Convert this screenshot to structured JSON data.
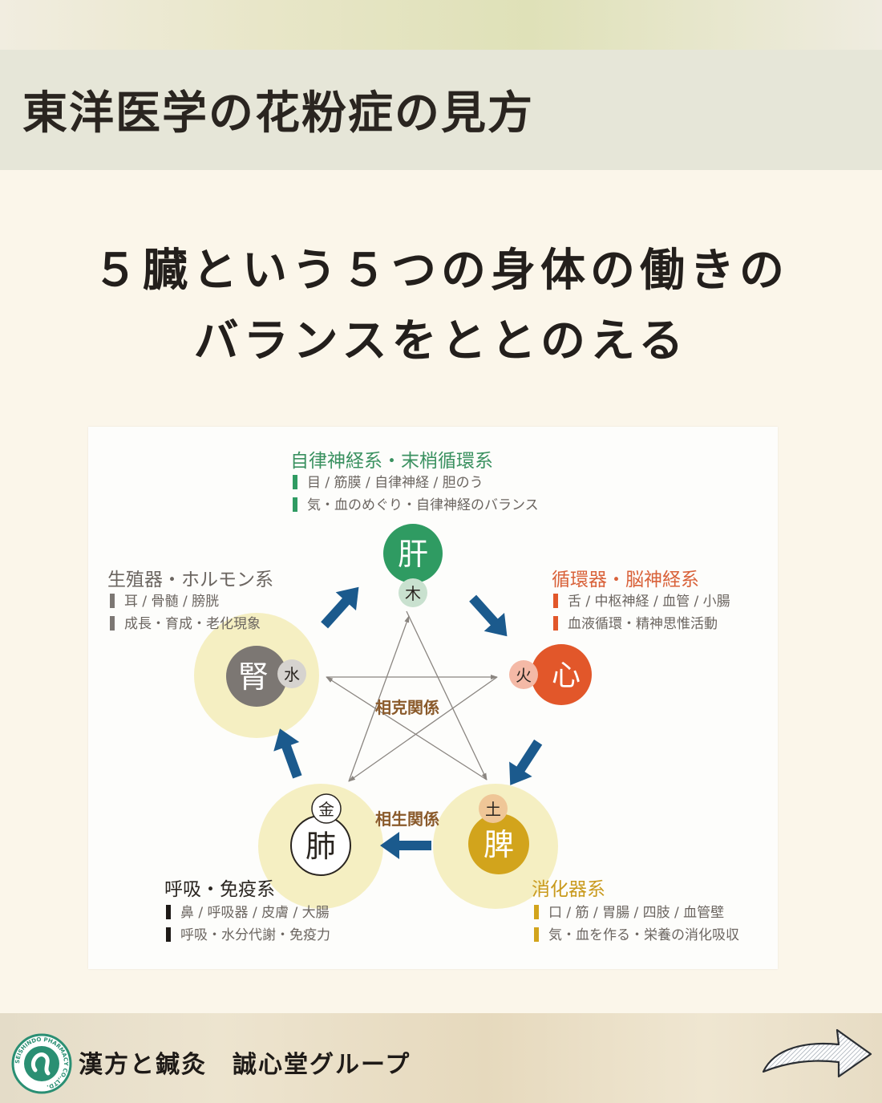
{
  "header": {
    "title": "東洋医学の花粉症の見方"
  },
  "headline": {
    "line1": "５臓という５つの身体の働きの",
    "line2": "バランスをととのえる"
  },
  "diagram": {
    "star_label": "相克関係",
    "cycle_label": "相生関係",
    "organs": [
      {
        "id": "liver",
        "organ": "肝",
        "element": "木",
        "system": "自律神経系・末梢循環系",
        "details": [
          "目 / 筋膜 / 自律神経 / 胆のう",
          "気・血のめぐり・自律神経のバランス"
        ],
        "color": "#2f9b62",
        "element_color": "#c9e1cf",
        "text_color": "#3a9160"
      },
      {
        "id": "heart",
        "organ": "心",
        "element": "火",
        "system": "循環器・脳神経系",
        "details": [
          "舌 / 中枢神経 / 血管 / 小腸",
          "血液循環・精神思惟活動"
        ],
        "color": "#e2572a",
        "element_color": "#f4b9a6",
        "text_color": "#d9623a"
      },
      {
        "id": "spleen",
        "organ": "脾",
        "element": "土",
        "system": "消化器系",
        "details": [
          "口 / 筋 / 胃腸 / 四肢 / 血管壁",
          "気・血を作る・栄養の消化吸収"
        ],
        "color": "#d2a41c",
        "element_color": "#efc697",
        "text_color": "#c99a1d"
      },
      {
        "id": "lung",
        "organ": "肺",
        "element": "金",
        "system": "呼吸・免疫系",
        "details": [
          "鼻 / 呼吸器 / 皮膚 / 大腸",
          "呼吸・水分代謝・免疫力"
        ],
        "color": "#ffffff",
        "element_color": "#ffffff",
        "text_color": "#2a2520"
      },
      {
        "id": "kidney",
        "organ": "腎",
        "element": "水",
        "system": "生殖器・ホルモン系",
        "details": [
          "耳 / 骨髄 / 膀胱",
          "成長・育成・老化現象"
        ],
        "color": "#7c7773",
        "element_color": "#d6d3cf",
        "text_color": "#6b6560"
      }
    ]
  },
  "footer": {
    "brand": "漢方と鍼灸　誠心堂グループ",
    "logo_ring_text": "SEISHINDO PHARMACY CO.,LTD."
  },
  "colors": {
    "background": "#fbf6ea",
    "title_band": "#e6e6d8",
    "arrow_blue": "#1b5a8d",
    "halo_yellow": "#f5efc2",
    "logo_green": "#2a8f73"
  }
}
